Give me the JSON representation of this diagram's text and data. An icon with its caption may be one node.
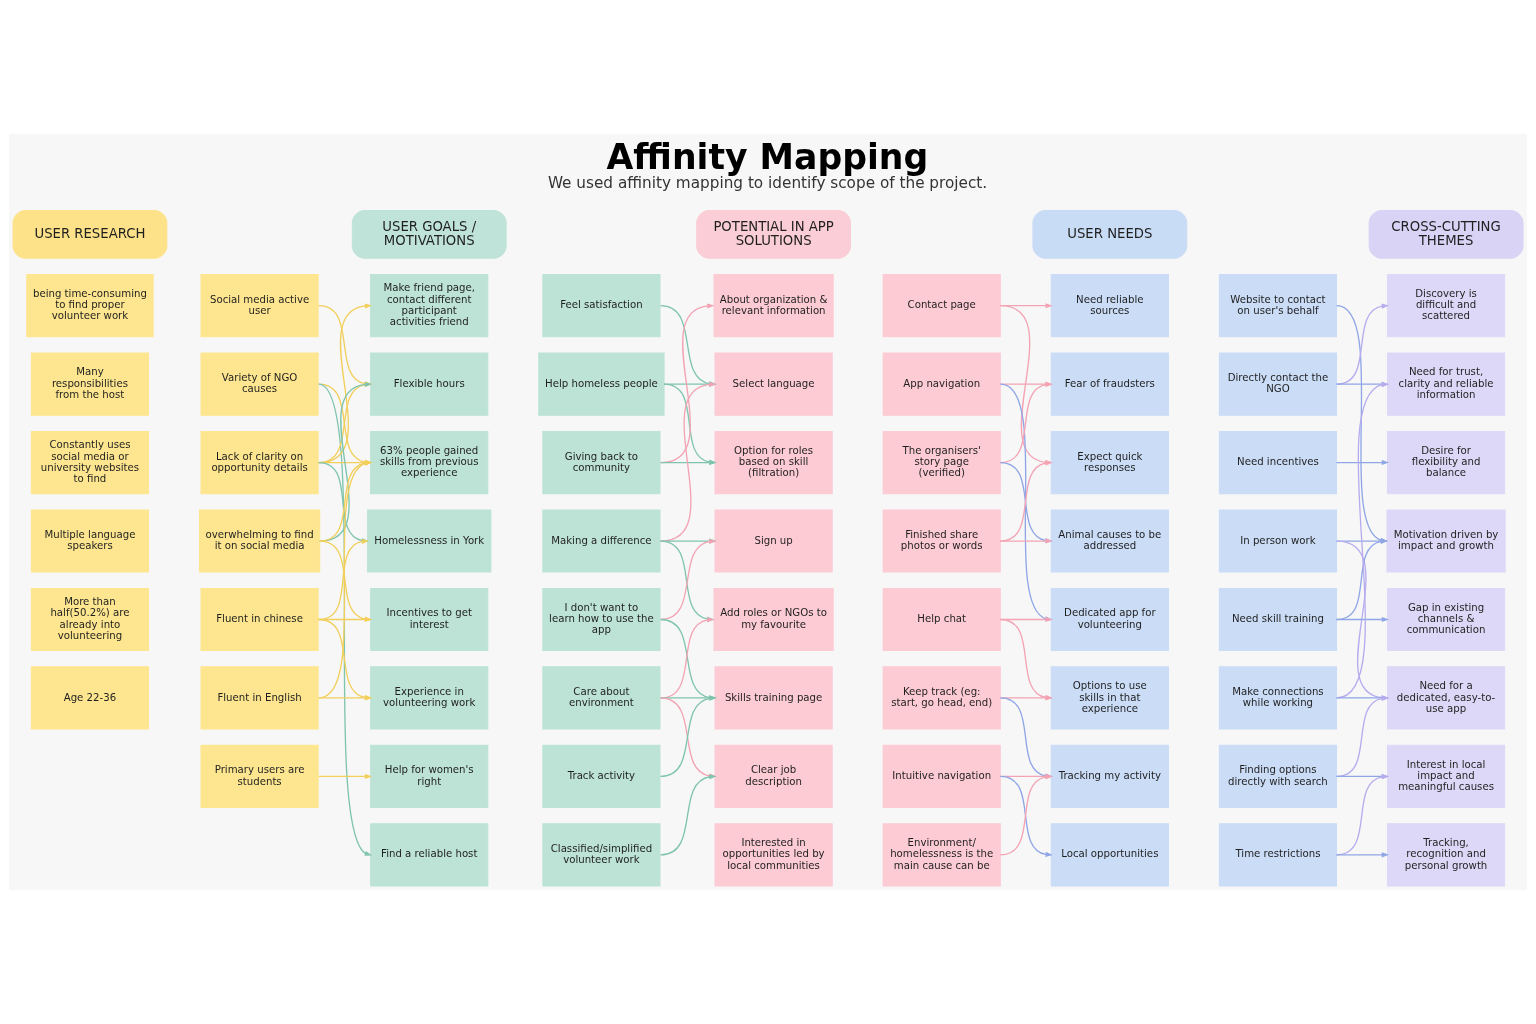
{
  "diagram": {
    "title": "Affinity Mapping",
    "caption": "We used affinity mapping to identify scope of the project.",
    "nodes": [
      {
        "text": [
          "USER RESEARCH"
        ]
      },
      {
        "text": [
          "being time-consuming to find proper volunteer work"
        ]
      },
      {
        "text": [
          "Social media active user"
        ]
      },
      {
        "text": [
          "Many responsibilities from the host"
        ]
      },
      {
        "text": [
          "Variety of NGO causes"
        ]
      },
      {
        "text": [
          "Constantly uses social media or university websites to find"
        ]
      },
      {
        "text": [
          "Lack of clarity on opportunity details"
        ]
      },
      {
        "text": [
          "Multiple language speakers"
        ]
      },
      {
        "text": [
          "overwhelming to find it on social media"
        ]
      },
      {
        "text": [
          "More than half(50.2%) are already into volunteering"
        ]
      },
      {
        "text": [
          "Fluent in chinese"
        ]
      },
      {
        "text": [
          "Age 22-36"
        ]
      },
      {
        "text": [
          "Fluent in English"
        ]
      },
      {
        "text": [
          "Primary users are students"
        ]
      },
      {
        "text": [
          "USER GOALS / MOTIVATIONS"
        ]
      },
      {
        "text": [
          "Make friend page, contact different participant activities friend"
        ]
      },
      {
        "text": [
          "Feel satisfaction"
        ]
      },
      {
        "text": [
          "Flexible hours"
        ]
      },
      {
        "text": [
          "Help homeless people"
        ]
      },
      {
        "text": [
          "63% people gained skills from previous experience"
        ]
      },
      {
        "text": [
          "Giving back to community"
        ]
      },
      {
        "text": [
          "Homelessness in York"
        ]
      },
      {
        "text": [
          "Making a difference"
        ]
      },
      {
        "text": [
          "Incentives to get interest"
        ]
      },
      {
        "text": [
          "I don't want to learn how to use the app"
        ]
      },
      {
        "text": [
          "Experience in volunteering work"
        ]
      },
      {
        "text": [
          "Care about environment"
        ]
      },
      {
        "text": [
          "Help for women's right"
        ]
      },
      {
        "text": [
          "Track activity"
        ]
      },
      {
        "text": [
          "Find a reliable host"
        ]
      },
      {
        "text": [
          "Classified/simplified volunteer work"
        ]
      },
      {
        "text": [
          "POTENTIAL IN APP SOLUTIONS"
        ]
      },
      {
        "text": [
          "About organization & relevant information"
        ]
      },
      {
        "text": [
          "Contact page"
        ]
      },
      {
        "text": [
          "Select language"
        ]
      },
      {
        "text": [
          "App navigation"
        ]
      },
      {
        "text": [
          "Option for roles based on skill (filtration)"
        ]
      },
      {
        "text": [
          "The organisers' story page (verified)"
        ]
      },
      {
        "text": [
          "Sign up"
        ]
      },
      {
        "text": [
          "Finished share photos or words"
        ]
      },
      {
        "text": [
          "Add roles or NGOs to my favourite"
        ]
      },
      {
        "text": [
          "Help chat"
        ]
      },
      {
        "text": [
          "Skills training page"
        ]
      },
      {
        "text": [
          "Keep track (eg: start, go head, end)"
        ]
      },
      {
        "text": [
          "Clear job description"
        ]
      },
      {
        "text": [
          "Intuitive navigation"
        ]
      },
      {
        "text": [
          "Interested in opportunities led by local communities"
        ]
      },
      {
        "text": [
          "Environment/ homelessness is the main cause can be"
        ]
      },
      {
        "text": [
          "USER NEEDS"
        ]
      },
      {
        "text": [
          "Need reliable sources"
        ]
      },
      {
        "text": [
          "Website to contact on user's behalf"
        ]
      },
      {
        "text": [
          "Fear of fraudsters"
        ]
      },
      {
        "text": [
          "Directly contact the NGO"
        ]
      },
      {
        "text": [
          "Expect quick responses"
        ]
      },
      {
        "text": [
          "Need incentives"
        ]
      },
      {
        "text": [
          "Animal causes to be addressed"
        ]
      },
      {
        "text": [
          "In person work"
        ]
      },
      {
        "text": [
          "Dedicated app for volunteering"
        ]
      },
      {
        "text": [
          "Need skill training"
        ]
      },
      {
        "text": [
          "Options to use skills in that experience"
        ]
      },
      {
        "text": [
          "Make connections while working"
        ]
      },
      {
        "text": [
          "Tracking my activity"
        ]
      },
      {
        "text": [
          "Finding options directly with search"
        ]
      },
      {
        "text": [
          "Local opportunities"
        ]
      },
      {
        "text": [
          "Time restrictions"
        ]
      },
      {
        "text": [
          "CROSS-CUTTING THEMES"
        ]
      },
      {
        "text": [
          "Discovery is difficult and scattered"
        ]
      },
      {
        "text": [
          "Need for trust, clarity and reliable information"
        ]
      },
      {
        "text": [
          "Desire for flexibility and balance"
        ]
      },
      {
        "text": [
          "Motivation driven by impact and growth"
        ]
      },
      {
        "text": [
          "Gap in existing channels & communication"
        ]
      },
      {
        "text": [
          "Need for a dedicated, easy-to-use app"
        ]
      },
      {
        "text": [
          "Interest in local impact and meaningful causes"
        ]
      },
      {
        "text": [
          "Tracking, recognition and personal growth"
        ]
      }
    ],
    "edges": [
      {
        "from": 2,
        "to": 17,
        "arrow": "to",
        "color": "#f2cf5b"
      },
      {
        "from": 4,
        "to": 19,
        "arrow": "to",
        "color": "#f2cf5b"
      },
      {
        "from": 4,
        "to": 29,
        "arrow": "to",
        "color": "#7fc4ae"
      },
      {
        "from": 6,
        "to": 15,
        "arrow": "to",
        "color": "#f2cf5b"
      },
      {
        "from": 6,
        "to": 17,
        "arrow": "to",
        "color": "#f2cf5b"
      },
      {
        "from": 6,
        "to": 19,
        "arrow": "to",
        "color": "#f2cf5b"
      },
      {
        "from": 6,
        "to": 21,
        "arrow": "to",
        "color": "#7fc4ae"
      },
      {
        "from": 8,
        "to": 17,
        "arrow": "to",
        "color": "#7fc4ae"
      },
      {
        "from": 8,
        "to": 19,
        "arrow": "to",
        "color": "#f2cf5b"
      },
      {
        "from": 8,
        "to": 23,
        "arrow": "to",
        "color": "#f2cf5b"
      },
      {
        "from": 10,
        "to": 21,
        "arrow": "to",
        "color": "#f2cf5b"
      },
      {
        "from": 10,
        "to": 23,
        "arrow": "to",
        "color": "#f2cf5b"
      },
      {
        "from": 10,
        "to": 25,
        "arrow": "to",
        "color": "#f2cf5b"
      },
      {
        "from": 12,
        "to": 19,
        "arrow": "to",
        "color": "#f2cf5b"
      },
      {
        "from": 12,
        "to": 25,
        "arrow": "to",
        "color": "#f2cf5b"
      },
      {
        "from": 13,
        "to": 27,
        "arrow": "to",
        "color": "#f2cf5b"
      },
      {
        "from": 16,
        "to": 34,
        "arrow": "to",
        "color": "#7fc4ae"
      },
      {
        "from": 18,
        "to": 34,
        "arrow": "to",
        "color": "#7fc4ae"
      },
      {
        "from": 18,
        "to": 36,
        "arrow": "to",
        "color": "#7fc4ae"
      },
      {
        "from": 20,
        "to": 32,
        "arrow": "to",
        "color": "#f3a3b3"
      },
      {
        "from": 20,
        "to": 36,
        "arrow": "to",
        "color": "#7fc4ae"
      },
      {
        "from": 22,
        "to": 34,
        "arrow": "to",
        "color": "#f3a3b3"
      },
      {
        "from": 22,
        "to": 38,
        "arrow": "to",
        "color": "#7fc4ae"
      },
      {
        "from": 22,
        "to": 40,
        "arrow": "to",
        "color": "#7fc4ae"
      },
      {
        "from": 24,
        "to": 38,
        "arrow": "to",
        "color": "#f3a3b3"
      },
      {
        "from": 24,
        "to": 42,
        "arrow": "to",
        "color": "#7fc4ae"
      },
      {
        "from": 26,
        "to": 40,
        "arrow": "to",
        "color": "#f3a3b3"
      },
      {
        "from": 26,
        "to": 42,
        "arrow": "to",
        "color": "#7fc4ae"
      },
      {
        "from": 26,
        "to": 44,
        "arrow": "to",
        "color": "#f3a3b3"
      },
      {
        "from": 28,
        "to": 42,
        "arrow": "to",
        "color": "#7fc4ae"
      },
      {
        "from": 30,
        "to": 44,
        "arrow": "to",
        "color": "#7fc4ae"
      },
      {
        "from": 33,
        "to": 49,
        "arrow": "to",
        "color": "#f3a3b3"
      },
      {
        "from": 33,
        "to": 53,
        "arrow": "to",
        "color": "#f3a3b3"
      },
      {
        "from": 35,
        "to": 51,
        "arrow": "to",
        "color": "#f3a3b3"
      },
      {
        "from": 35,
        "to": 57,
        "arrow": "to",
        "color": "#8fa6e6"
      },
      {
        "from": 37,
        "to": 51,
        "arrow": "to",
        "color": "#f3a3b3"
      },
      {
        "from": 37,
        "to": 55,
        "arrow": "to",
        "color": "#8fa6e6"
      },
      {
        "from": 39,
        "to": 53,
        "arrow": "to",
        "color": "#f3a3b3"
      },
      {
        "from": 39,
        "to": 55,
        "arrow": "to",
        "color": "#f3a3b3"
      },
      {
        "from": 41,
        "to": 57,
        "arrow": "to",
        "color": "#f3a3b3"
      },
      {
        "from": 41,
        "to": 59,
        "arrow": "to",
        "color": "#f3a3b3"
      },
      {
        "from": 43,
        "to": 59,
        "arrow": "to",
        "color": "#f3a3b3"
      },
      {
        "from": 43,
        "to": 61,
        "arrow": "to",
        "color": "#8fa6e6"
      },
      {
        "from": 45,
        "to": 61,
        "arrow": "to",
        "color": "#f3a3b3"
      },
      {
        "from": 45,
        "to": 63,
        "arrow": "to",
        "color": "#8fa6e6"
      },
      {
        "from": 47,
        "to": 61,
        "arrow": "to",
        "color": "#f3a3b3"
      },
      {
        "from": 50,
        "to": 69,
        "arrow": "to",
        "color": "#8fa6e6"
      },
      {
        "from": 52,
        "to": 66,
        "arrow": "to",
        "color": "#b7acee"
      },
      {
        "from": 52,
        "to": 67,
        "arrow": "to",
        "color": "#8fa6e6"
      },
      {
        "from": 54,
        "to": 68,
        "arrow": "to",
        "color": "#8fa6e6"
      },
      {
        "from": 56,
        "to": 69,
        "arrow": "to",
        "color": "#8fa6e6"
      },
      {
        "from": 56,
        "to": 71,
        "arrow": "to",
        "color": "#b7acee"
      },
      {
        "from": 58,
        "to": 69,
        "arrow": "to",
        "color": "#8fa6e6"
      },
      {
        "from": 58,
        "to": 70,
        "arrow": "to",
        "color": "#8fa6e6"
      },
      {
        "from": 60,
        "to": 67,
        "arrow": "to",
        "color": "#b7acee"
      },
      {
        "from": 60,
        "to": 71,
        "arrow": "to",
        "color": "#8fa6e6"
      },
      {
        "from": 62,
        "to": 71,
        "arrow": "to",
        "color": "#b7acee"
      },
      {
        "from": 62,
        "to": 72,
        "arrow": "to",
        "color": "#8fa6e6"
      },
      {
        "from": 64,
        "to": 72,
        "arrow": "to",
        "color": "#b7acee"
      },
      {
        "from": 64,
        "to": 73,
        "arrow": "to",
        "color": "#8fa6e6"
      }
    ]
  }
}
